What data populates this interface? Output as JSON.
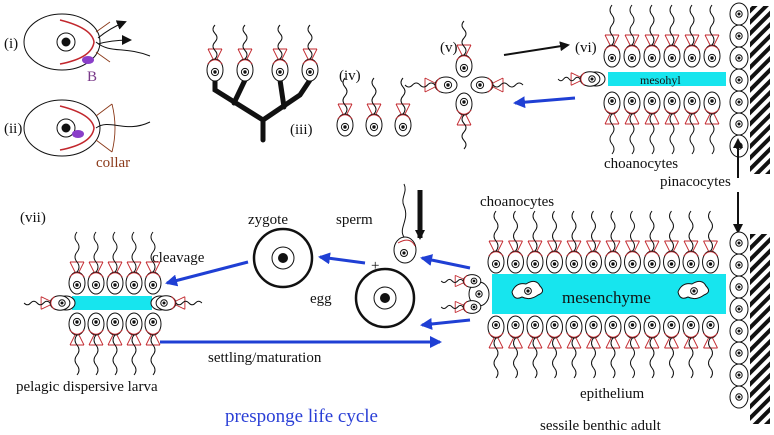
{
  "labels": {
    "i": "(i)",
    "ii": "(ii)",
    "iii": "(iii)",
    "iv": "(iv)",
    "v": "(v)",
    "vi": "(vi)",
    "vii": "(vii)",
    "b": "B",
    "collar": "collar",
    "mesohyl": "mesohyl",
    "choanocytes_top": "choanocytes",
    "pinacocytes": "pinacocytes",
    "choanocytes_mid": "choanocytes",
    "zygote": "zygote",
    "sperm": "sperm",
    "cleavage": "cleavage",
    "plus": "+",
    "egg": "egg",
    "mesenchyme": "mesenchyme",
    "settling": "settling/maturation",
    "larva": "pelagic dispersive larva",
    "epithelium": "epithelium",
    "title": "presponge life cycle",
    "adult": "sessile benthic adult"
  },
  "colors": {
    "mesenchyme": "#17e5ee",
    "arrow_blue": "#1f3fd4",
    "title_blue": "#2a3fd6",
    "collar_red": "#c2272d",
    "bacterium_purple": "#8a3fc9"
  }
}
